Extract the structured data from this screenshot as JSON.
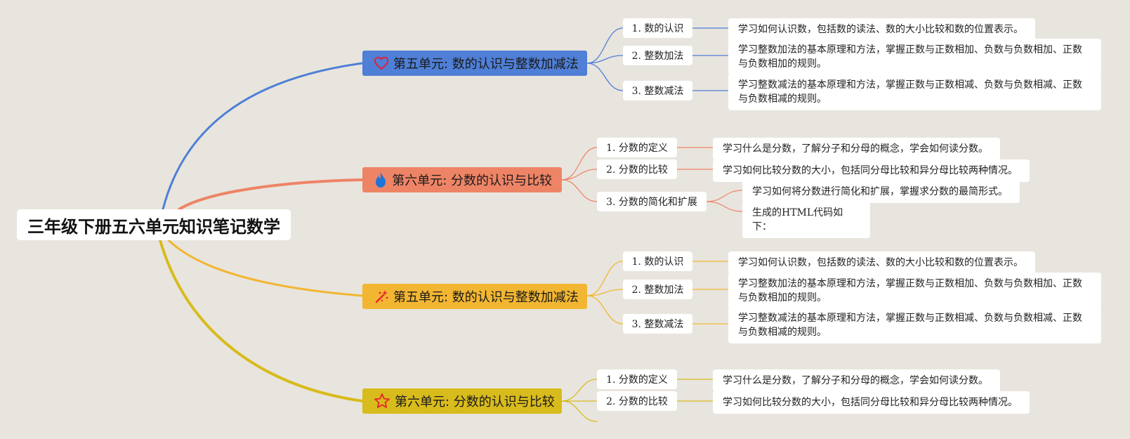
{
  "root": {
    "title": "三年级下册五六单元知识笔记数学"
  },
  "colors": {
    "blue": "#4f7fd6",
    "orange": "#ee8466",
    "amber": "#f2b632",
    "mustard": "#d8bb1c"
  },
  "branches": [
    {
      "label": "第五单元: 数的认识与整数加减法",
      "icon": "heart-icon",
      "topics": [
        {
          "label": "1. 数的认识",
          "notes": [
            "学习如何认识数，包括数的读法、数的大小比较和数的位置表示。"
          ]
        },
        {
          "label": "2. 整数加法",
          "notes": [
            "学习整数加法的基本原理和方法，掌握正数与正数相加、负数与负数相加、正数与负数相加的规则。"
          ]
        },
        {
          "label": "3. 整数减法",
          "notes": [
            "学习整数减法的基本原理和方法，掌握正数与正数相减、负数与负数相减、正数与负数相减的规则。"
          ]
        }
      ]
    },
    {
      "label": "第六单元: 分数的认识与比较",
      "icon": "flame-icon",
      "topics": [
        {
          "label": "1. 分数的定义",
          "notes": [
            "学习什么是分数，了解分子和分母的概念，学会如何读分数。"
          ]
        },
        {
          "label": "2. 分数的比较",
          "notes": [
            "学习如何比较分数的大小，包括同分母比较和异分母比较两种情况。"
          ]
        },
        {
          "label": "3. 分数的简化和扩展",
          "notes": [
            "学习如何将分数进行简化和扩展，掌握求分数的最简形式。",
            "生成的HTML代码如下："
          ]
        }
      ]
    },
    {
      "label": "第五单元: 数的认识与整数加减法",
      "icon": "sparkle-icon",
      "topics": [
        {
          "label": "1. 数的认识",
          "notes": [
            "学习如何认识数，包括数的读法、数的大小比较和数的位置表示。"
          ]
        },
        {
          "label": "2. 整数加法",
          "notes": [
            "学习整数加法的基本原理和方法，掌握正数与正数相加、负数与负数相加、正数与负数相加的规则。"
          ]
        },
        {
          "label": "3. 整数减法",
          "notes": [
            "学习整数减法的基本原理和方法，掌握正数与正数相减、负数与负数相减、正数与负数相减的规则。"
          ]
        }
      ]
    },
    {
      "label": "第六单元: 分数的认识与比较",
      "icon": "star-icon",
      "topics": [
        {
          "label": "1. 分数的定义",
          "notes": [
            "学习什么是分数，了解分子和分母的概念，学会如何读分数。"
          ]
        },
        {
          "label": "2. 分数的比较",
          "notes": [
            "学习如何比较分数的大小，包括同分母比较和异分母比较两种情况。"
          ]
        }
      ]
    }
  ]
}
